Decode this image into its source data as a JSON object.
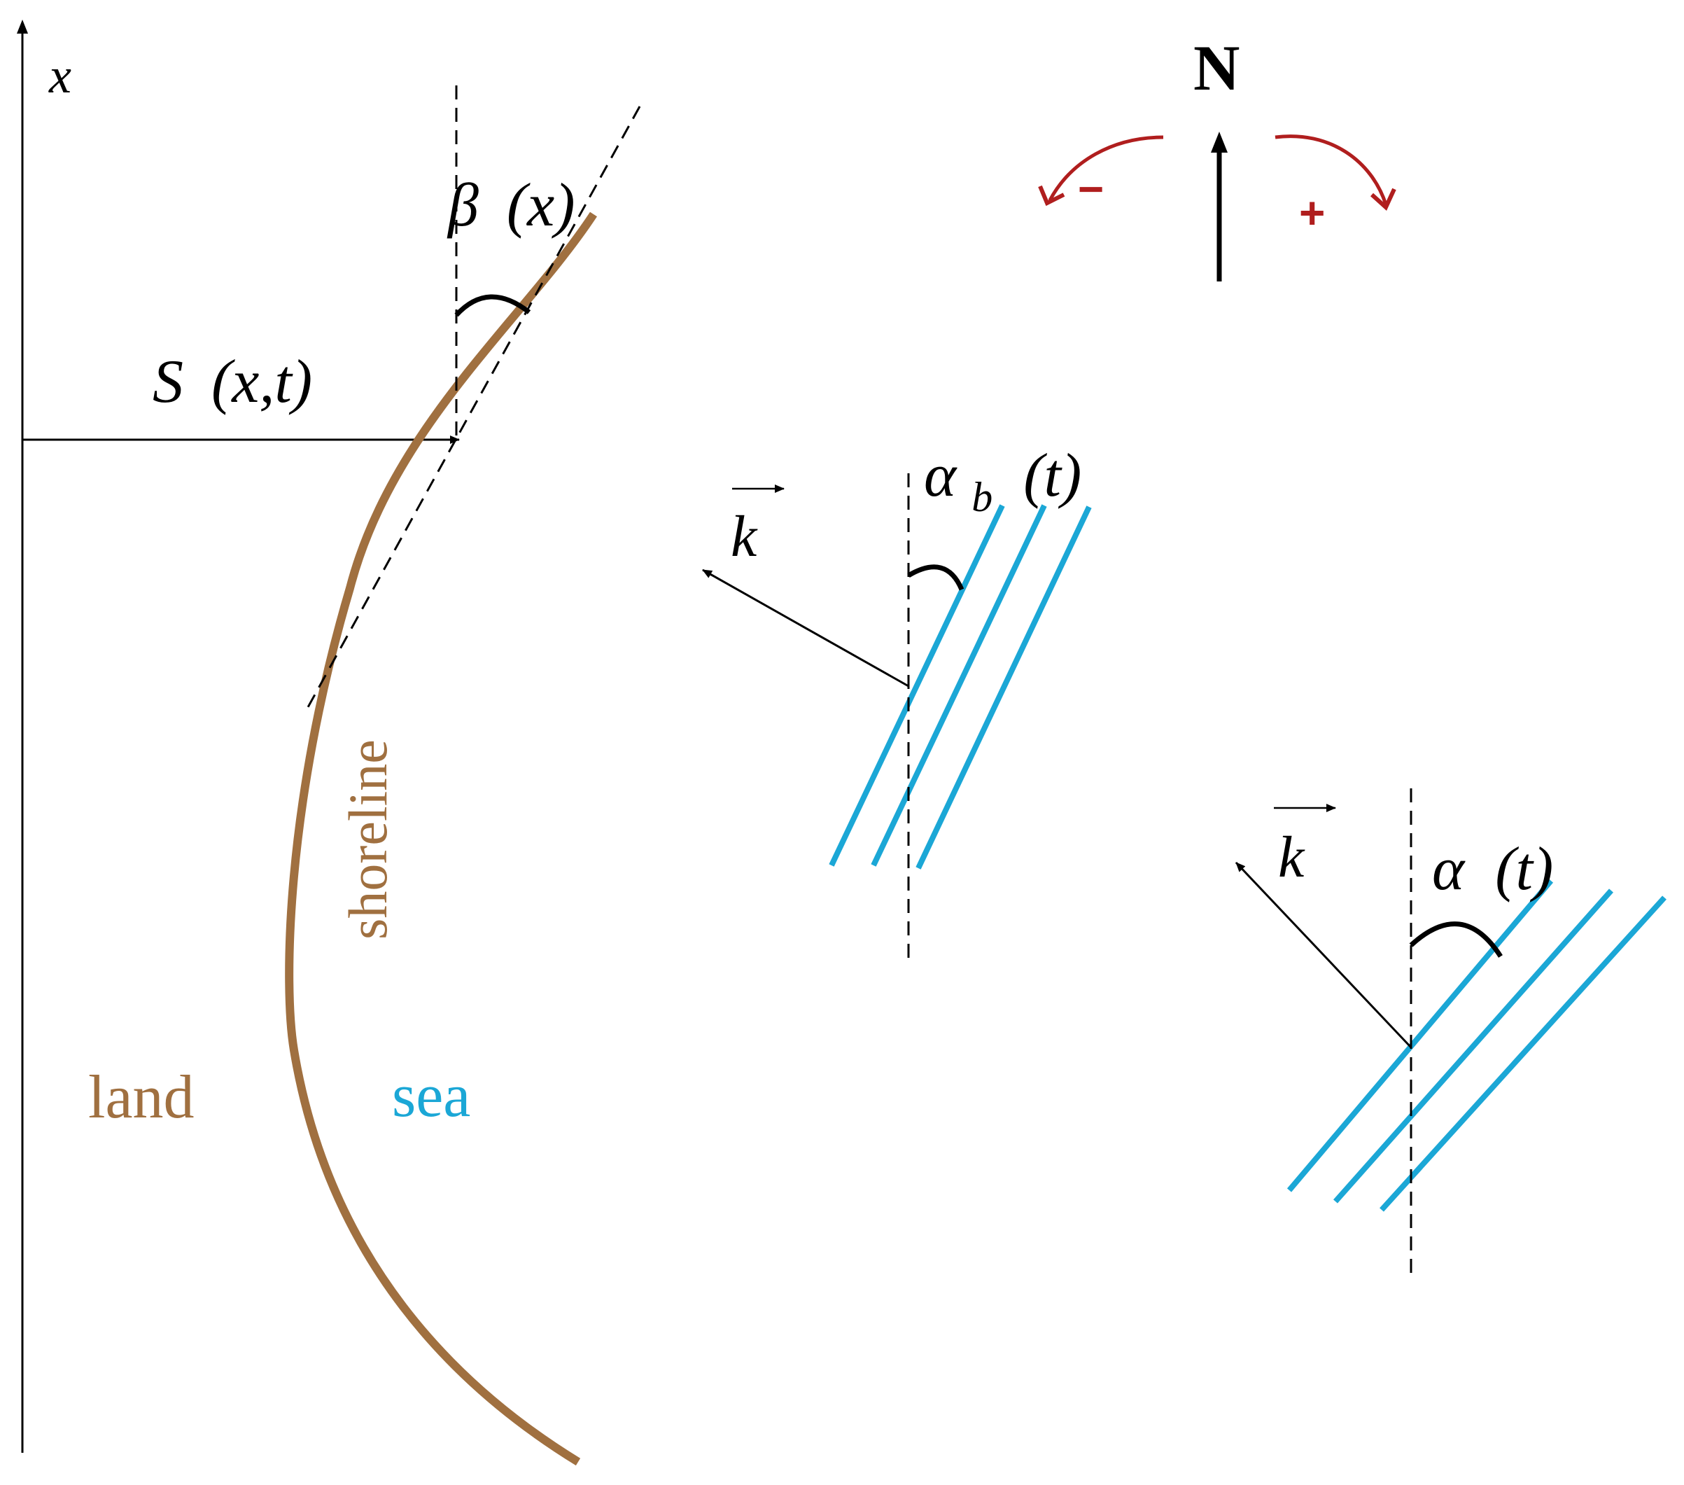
{
  "colors": {
    "shoreline": "#A07040",
    "land": "#A07040",
    "sea": "#1BA7D6",
    "wave_crest": "#1BA7D6",
    "rotation_arrow": "#B01E1E",
    "axes": "#000000"
  },
  "labels": {
    "x_axis": "x",
    "north": "N",
    "minus": "−",
    "plus": "+",
    "beta": {
      "symbol": "β",
      "arg": "(x)"
    },
    "shoreline_position": {
      "symbol": "S",
      "arg": "(x,t)"
    },
    "alpha_b": {
      "symbol": "α",
      "sub": "b",
      "arg": "(t)"
    },
    "alpha": {
      "symbol": "α",
      "arg": "(t)"
    },
    "k_vector": "k",
    "shoreline": "shoreline",
    "land": "land",
    "sea": "sea"
  },
  "icons": {
    "north_arrow": "arrow-up-icon",
    "ccw": "rotate-ccw-icon",
    "cw": "rotate-cw-icon"
  }
}
